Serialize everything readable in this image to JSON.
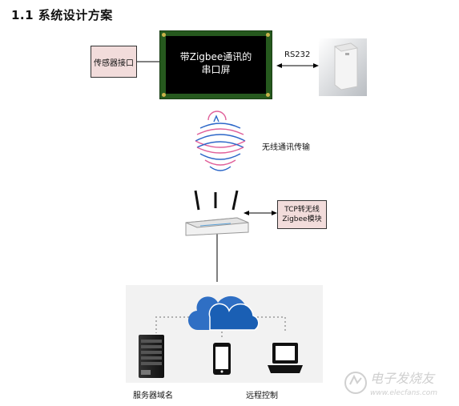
{
  "heading": "1.1 系统设计方案",
  "sensor_box": "传感器接口",
  "lcd": {
    "line1": "带Zigbee通讯的",
    "line2": "串口屏"
  },
  "rs232": "RS232",
  "wireless_label": "无线通讯传输",
  "tcp_box": {
    "line1": "TCP转无线",
    "line2": "Zigbee模块"
  },
  "server_label": "服务器域名",
  "remote_label": "远程控制",
  "watermark": {
    "cn": "电子发烧友",
    "url": "www.elecfans.com"
  },
  "colors": {
    "pink": "#f2dcdb",
    "cloud": "#1f6fbf",
    "wave_pink": "#e0609a",
    "wave_blue": "#2b66c8"
  }
}
